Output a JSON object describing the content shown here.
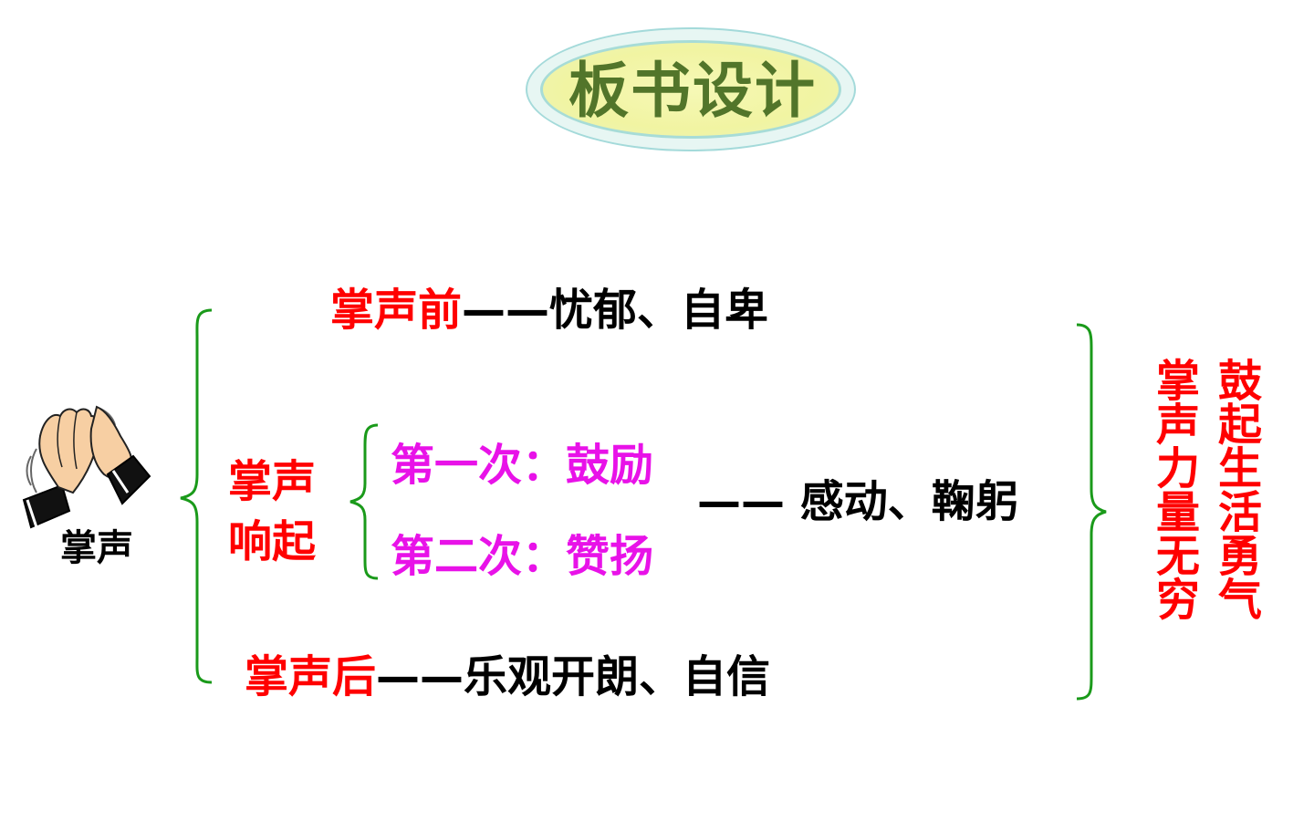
{
  "title": "板书设计",
  "left_label": "掌声",
  "left_icon": "clapping-hands-icon",
  "rows": {
    "before": {
      "label": "掌声前",
      "dash": "——",
      "desc": "忧郁、自卑"
    },
    "during": {
      "label_line1": "掌声",
      "label_line2": "响起",
      "first": "第一次：鼓励",
      "second": "第二次：赞扬",
      "dash": "——",
      "desc": "感动、鞠躬"
    },
    "after": {
      "label": "掌声后",
      "dash": "——",
      "desc": "乐观开朗、自信"
    }
  },
  "conclusion": {
    "line1": "鼓起生活勇气",
    "line2": "掌声力量无穷"
  },
  "colors": {
    "brace": "#1a9a1a",
    "label_red": "#ff0000",
    "highlight_magenta": "#e812e8",
    "title_green": "#52752a"
  }
}
